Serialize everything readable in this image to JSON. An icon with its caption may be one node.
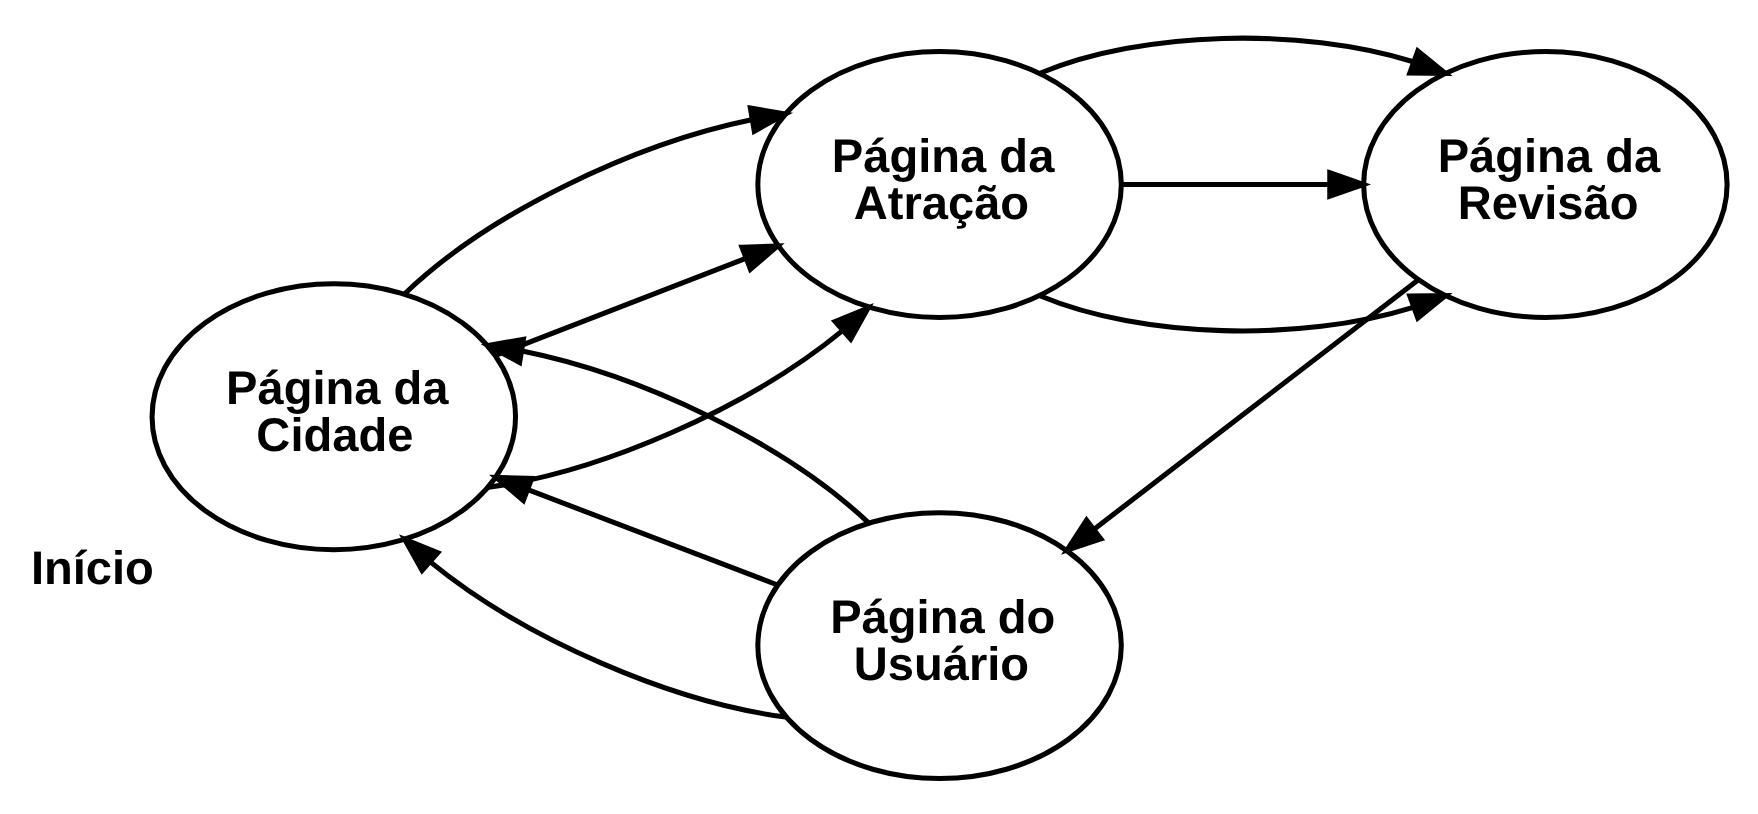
{
  "diagram": {
    "nodes": [
      {
        "text": [
          "Página da Cidade"
        ],
        "beside": [
          "Início"
        ]
      },
      {
        "text": [
          "Página da Atração"
        ]
      },
      {
        "text": [
          "Página da Revisão"
        ]
      },
      {
        "text": [
          "Página do Usuário"
        ]
      }
    ],
    "edges": [
      {
        "from": 0,
        "to": 1,
        "arrow": "to"
      },
      {
        "from": 0,
        "to": 1,
        "arrow": "to"
      },
      {
        "from": 0,
        "to": 1,
        "arrow": "to"
      },
      {
        "from": 1,
        "to": 2,
        "arrow": "to"
      },
      {
        "from": 1,
        "to": 2,
        "arrow": "to"
      },
      {
        "from": 1,
        "to": 2,
        "arrow": "to"
      },
      {
        "from": 2,
        "to": 3,
        "arrow": "to"
      },
      {
        "from": 3,
        "to": 0,
        "arrow": "to"
      },
      {
        "from": 3,
        "to": 0,
        "arrow": "to"
      },
      {
        "from": 3,
        "to": 0,
        "arrow": "to"
      }
    ]
  }
}
